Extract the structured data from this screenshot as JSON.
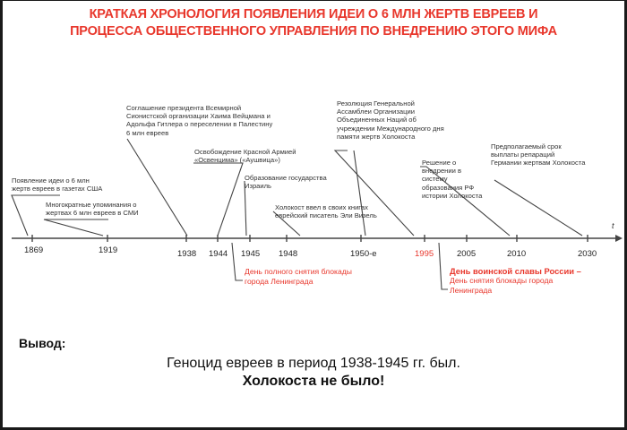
{
  "title": {
    "line1": "КРАТКАЯ ХРОНОЛОГИЯ ПОЯВЛЕНИЯ ИДЕИ О 6 МЛН ЖЕРТВ ЕВРЕЕВ И",
    "line2": "ПРОЦЕССА ОБЩЕСТВЕННОГО УПРАВЛЕНИЯ ПО ВНЕДРЕНИЮ ЭТОГО МИФА"
  },
  "axis_end_label": "t",
  "years": [
    "1869",
    "1919",
    "1938",
    "1944",
    "1945",
    "1948",
    "1950-е",
    "1995",
    "2005",
    "2010",
    "2030"
  ],
  "highlight_year": "1995",
  "annotations": {
    "a1869": [
      "Появление идеи о 6 млн",
      "жертв евреев в газетах США"
    ],
    "a1919": [
      "Многократные упоминания о",
      "жертвах 6 млн евреев в СМИ"
    ],
    "a1938": [
      "Соглашение президента Всемирной",
      "Сионистской организации Хаима Вейцмана и",
      "Адольфа Гитлера о переселении в Палестину",
      "6 млн евреев"
    ],
    "a1945": [
      "Освобождение Красной Армией",
      "«Освенцима» («Аушвица»)"
    ],
    "a1948": [
      "Образование государства",
      "Израиль"
    ],
    "a1950": [
      "Холокост ввел в своих книгах",
      "еврейский писатель Эли Визель"
    ],
    "a2005": [
      "Резолюция Генеральной",
      "Ассамблеи Организации",
      "Объединенных Наций об",
      "учреждении Международного дня",
      "памяти жертв Холокоста"
    ],
    "a2010": [
      "Решение о",
      "внедрении в",
      "систему",
      "образования РФ",
      "истории Холокоста"
    ],
    "a2030": [
      "Предполагаемый срок",
      "выплаты репараций",
      "Германии жертвам Холокоста"
    ]
  },
  "red_notes": {
    "n1944": [
      "День полного снятия блокады",
      "города Ленинграда"
    ],
    "n1995_bold": "День воинской славы России –",
    "n1995": [
      "День снятия блокады города",
      "Ленинграда"
    ]
  },
  "conclusion": {
    "label": "Вывод:",
    "line1": "Геноцид евреев в период 1938-1945 гг. был.",
    "line2": "Холокоста не было!"
  },
  "colors": {
    "accent": "#e8372c",
    "line": "#444444"
  }
}
